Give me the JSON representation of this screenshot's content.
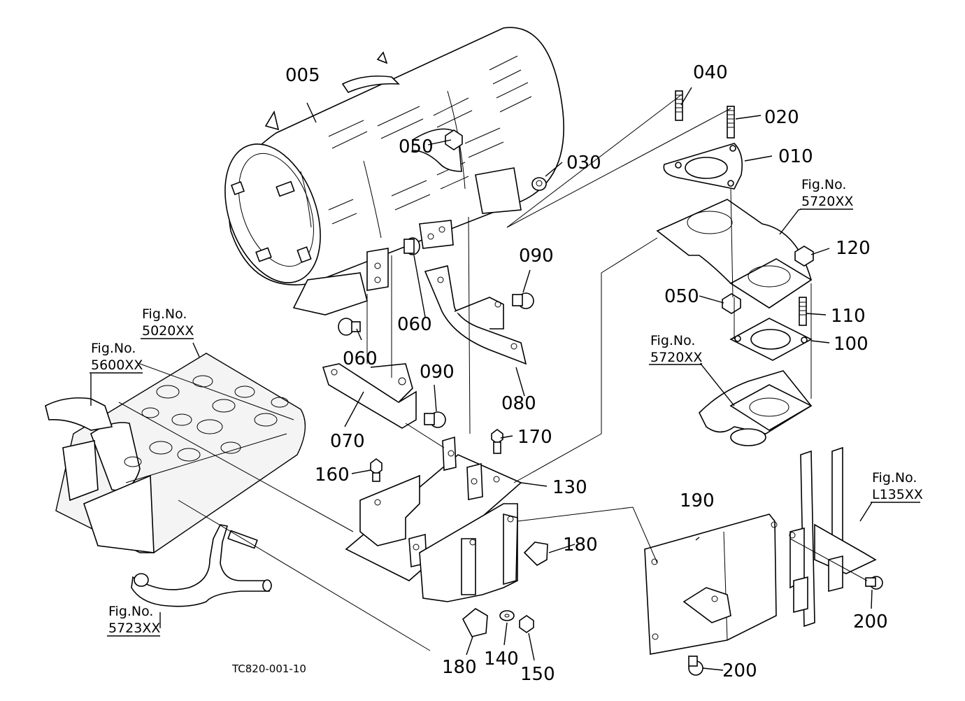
{
  "diagram_code": "TC820-001-10",
  "parts": {
    "p005": "005",
    "p010": "010",
    "p020": "020",
    "p030": "030",
    "p040": "040",
    "p050a": "050",
    "p050b": "050",
    "p060a": "060",
    "p060b": "060",
    "p070": "070",
    "p080": "080",
    "p090a": "090",
    "p090b": "090",
    "p100": "100",
    "p110": "110",
    "p120": "120",
    "p130": "130",
    "p140": "140",
    "p150": "150",
    "p160": "160",
    "p170": "170",
    "p180a": "180",
    "p180b": "180",
    "p190": "190",
    "p200a": "200",
    "p200b": "200"
  },
  "figure_refs": {
    "fig_5720_top": {
      "title": "Fig.No.",
      "number": "5720XX"
    },
    "fig_5720_mid": {
      "title": "Fig.No.",
      "number": "5720XX"
    },
    "fig_5020": {
      "title": "Fig.No.",
      "number": "5020XX"
    },
    "fig_5600": {
      "title": "Fig.No.",
      "number": "5600XX"
    },
    "fig_5723": {
      "title": "Fig.No.",
      "number": "5723XX"
    },
    "fig_l135": {
      "title": "Fig.No.",
      "number": "L135XX"
    }
  }
}
